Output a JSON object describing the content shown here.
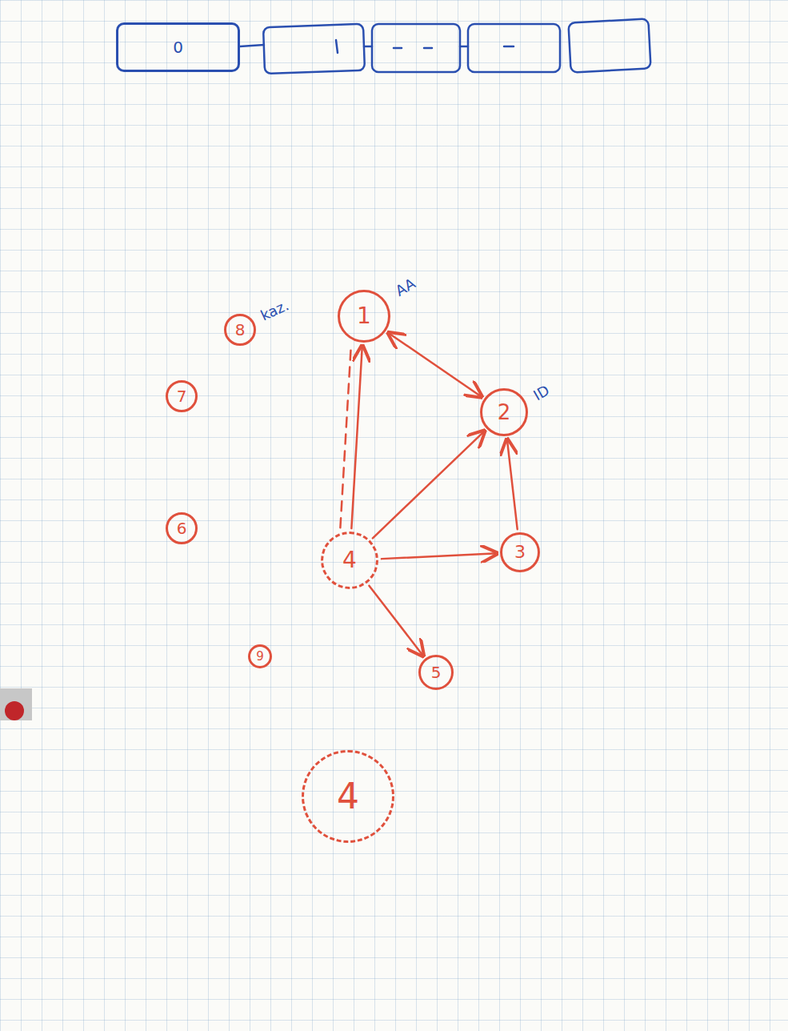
{
  "diagram": {
    "nodes": [
      {
        "text": [
          "0"
        ]
      },
      {
        "text": [
          "8",
          "kaz."
        ]
      },
      {
        "text": [
          "1",
          "AA"
        ]
      },
      {
        "text": [
          "2",
          "ID"
        ]
      },
      {
        "text": [
          "7"
        ]
      },
      {
        "text": [
          "6"
        ]
      },
      {
        "text": [
          "3"
        ]
      },
      {
        "text": [
          "4"
        ]
      },
      {
        "text": [
          "9"
        ]
      },
      {
        "text": [
          "5"
        ]
      },
      {
        "text": [
          "4"
        ]
      }
    ],
    "edges": [
      {
        "from": 2,
        "to": 3,
        "arrow": "both"
      },
      {
        "from": 7,
        "to": 2,
        "arrow": "to"
      },
      {
        "from": 7,
        "to": 2,
        "arrow": "none"
      },
      {
        "from": 7,
        "to": 3,
        "arrow": "to"
      },
      {
        "from": 7,
        "to": 6,
        "arrow": "to"
      },
      {
        "from": 6,
        "to": 3,
        "arrow": "to"
      },
      {
        "from": 7,
        "to": 9,
        "arrow": "to"
      }
    ]
  }
}
